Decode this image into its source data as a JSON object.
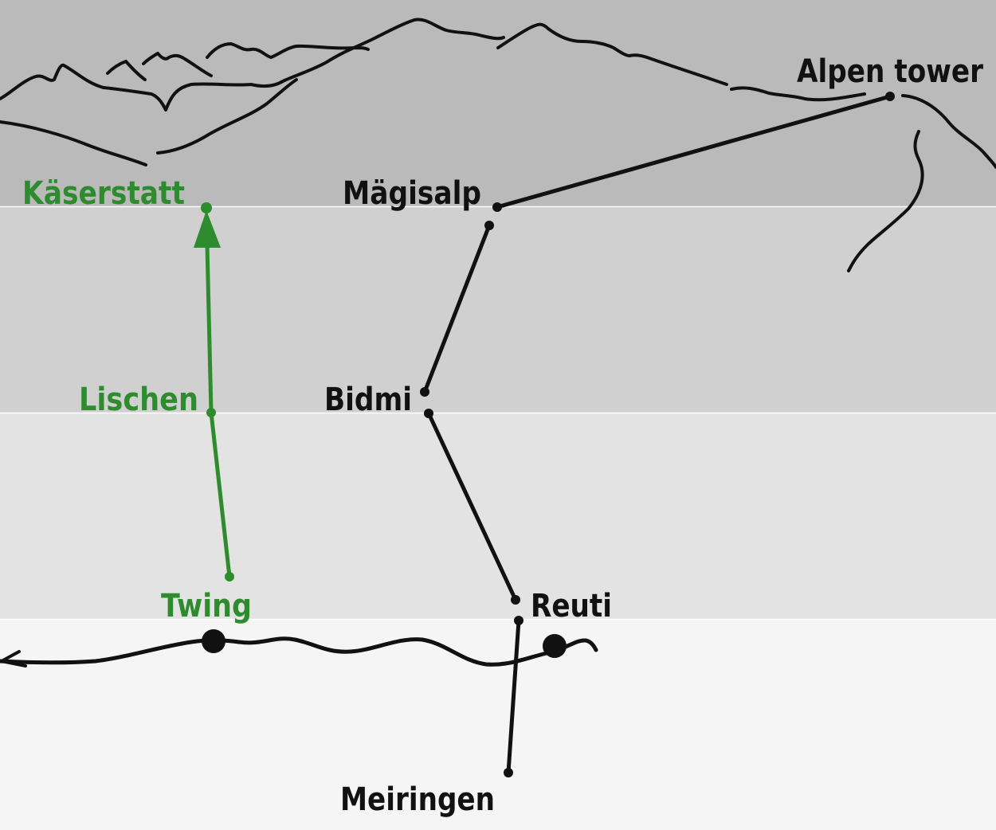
{
  "colors": {
    "band_top": "#bababa",
    "band_upper_mid": "#d0d0d0",
    "band_lower_mid": "#e3e3e3",
    "band_bottom": "#f5f5f5",
    "band_separator": "#ffffff",
    "line_black": "#111111",
    "line_green": "#2e8b2e"
  },
  "labels": {
    "alpen_tower": "Alpen tower",
    "magisalp": "Mägisalp",
    "bidmi": "Bidmi",
    "reuti": "Reuti",
    "meiringen": "Meiringen",
    "kaserstatt": "Käserstatt",
    "lischen": "Lischen",
    "twing": "Twing"
  }
}
